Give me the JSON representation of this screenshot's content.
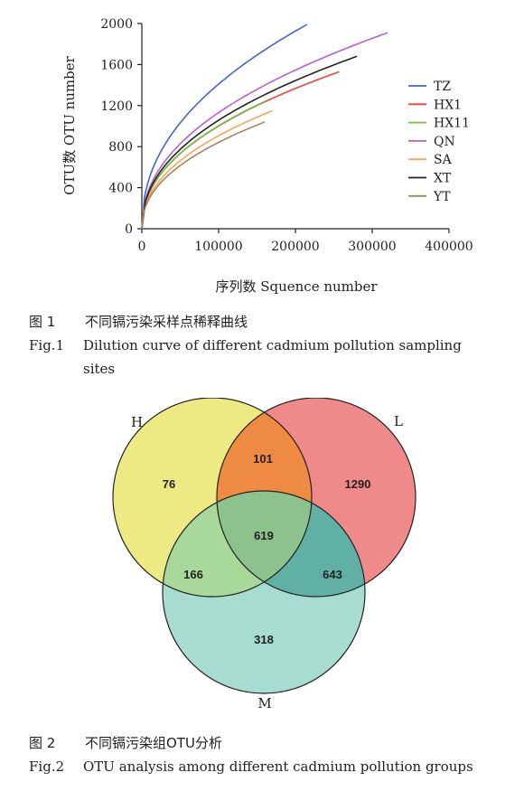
{
  "figure1": {
    "caption_cn_num": "图  1",
    "caption_cn_text": "不同镉污染采样点稀释曲线",
    "caption_en_num": "Fig.1",
    "caption_en_text_line1": "Dilution curve of different cadmium pollution sampling",
    "caption_en_text_line2": "sites"
  },
  "figure2": {
    "caption_cn_num": "图  2",
    "caption_cn_text": "不同镉污染组OTU分析",
    "caption_en_num": "Fig.2",
    "caption_en_text": "OTU analysis among different cadmium pollution groups"
  },
  "chart_data": [
    {
      "type": "line",
      "xlabel": "序列数 Squence number",
      "ylabel": "OTU数 OTU number",
      "xlim": [
        0,
        400000
      ],
      "ylim": [
        0,
        2000
      ],
      "x_ticks": [
        0,
        100000,
        200000,
        300000,
        400000
      ],
      "x_tick_labels": [
        "0",
        "100000",
        "200000",
        "300000",
        "400000"
      ],
      "y_ticks": [
        0,
        400,
        800,
        1200,
        1600,
        2000
      ],
      "y_tick_labels": [
        "0",
        "400",
        "800",
        "1200",
        "1600",
        "2000"
      ],
      "grid": false,
      "legend_position": "right",
      "series": [
        {
          "name": "TZ",
          "color": "#4a63c9",
          "x_max": 215000,
          "y_max": 1990
        },
        {
          "name": "HX1",
          "color": "#e8453c",
          "x_max": 257000,
          "y_max": 1530
        },
        {
          "name": "HX11",
          "color": "#6cc04a",
          "x_max": 160000,
          "y_max": 1240
        },
        {
          "name": "QN",
          "color": "#b85fd6",
          "x_max": 320000,
          "y_max": 1910
        },
        {
          "name": "SA",
          "color": "#f5a45a",
          "x_max": 170000,
          "y_max": 1150
        },
        {
          "name": "XT",
          "color": "#222222",
          "x_max": 280000,
          "y_max": 1680
        },
        {
          "name": "YT",
          "color": "#a9825a",
          "x_max": 160000,
          "y_max": 1040
        }
      ]
    },
    {
      "type": "venn",
      "sets": [
        {
          "name": "H",
          "color": "#eeea83"
        },
        {
          "name": "L",
          "color": "#f08a8a"
        },
        {
          "name": "M",
          "color": "#a7dcd0"
        }
      ],
      "regions": [
        {
          "sets": [
            "H"
          ],
          "value": 76
        },
        {
          "sets": [
            "L"
          ],
          "value": 1290
        },
        {
          "sets": [
            "M"
          ],
          "value": 318
        },
        {
          "sets": [
            "H",
            "L"
          ],
          "value": 101
        },
        {
          "sets": [
            "H",
            "M"
          ],
          "value": 166
        },
        {
          "sets": [
            "L",
            "M"
          ],
          "value": 643
        },
        {
          "sets": [
            "H",
            "L",
            "M"
          ],
          "value": 619
        }
      ],
      "region_colors": {
        "H_L": "#ef8a43",
        "H_M": "#a8d99a",
        "L_M": "#61b0a5",
        "H_L_M": "#8dc28c"
      }
    }
  ]
}
